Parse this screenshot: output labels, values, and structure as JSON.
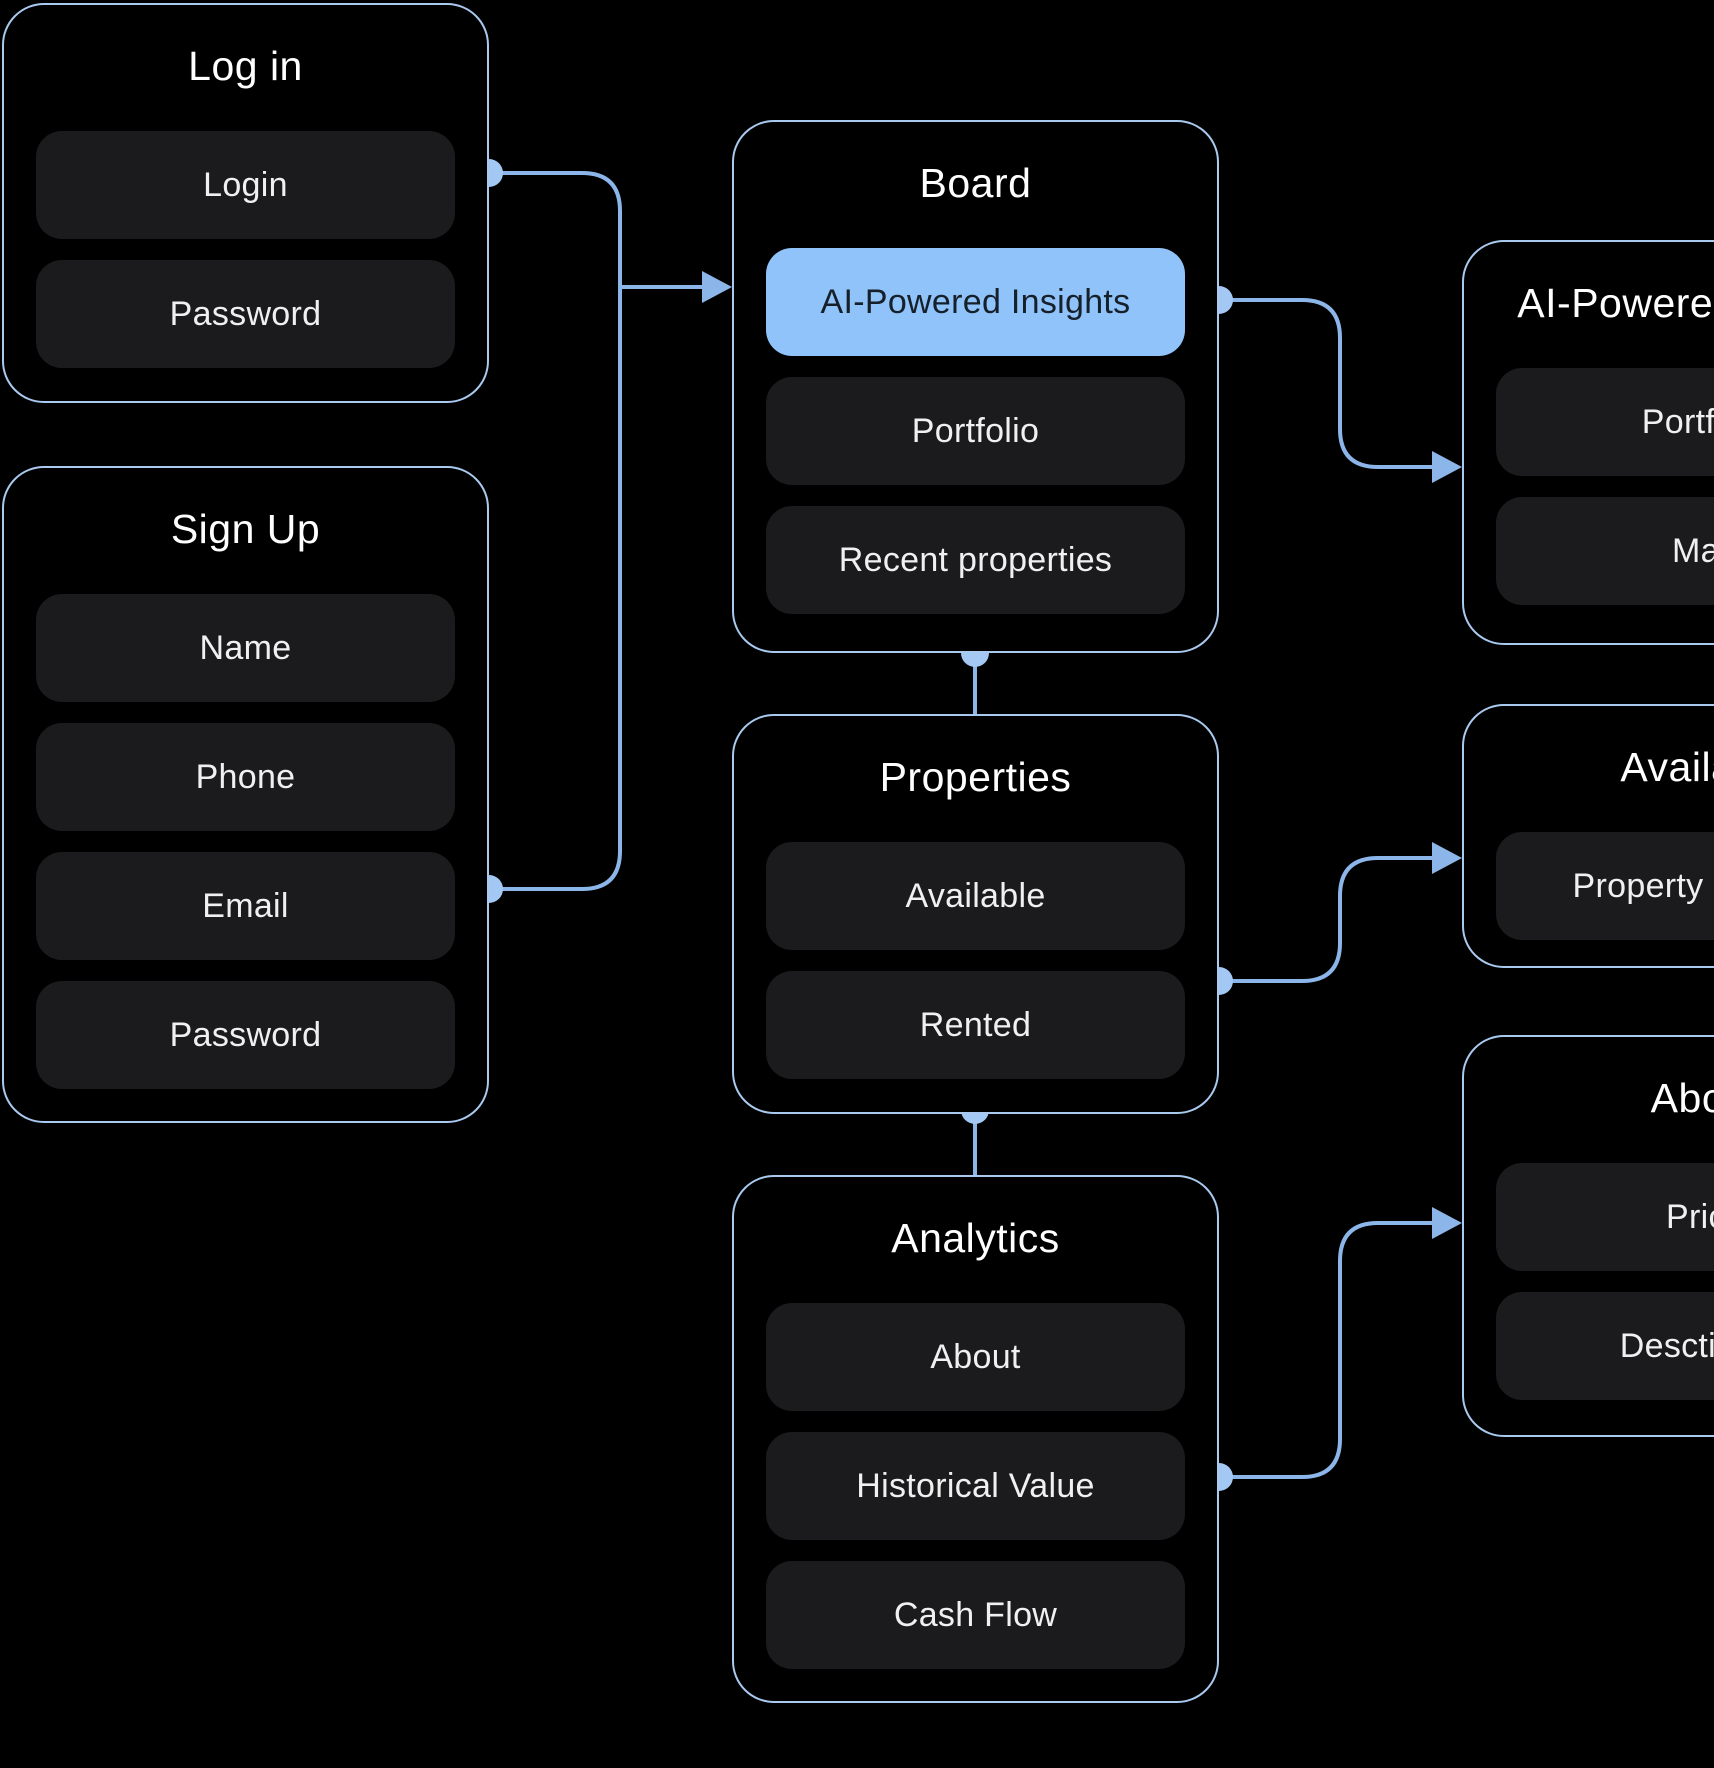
{
  "diagram": {
    "background": "#000000",
    "colors": {
      "card_border": "#a9c9ee",
      "connector_line": "#8cb6e9",
      "connection_dot": "#a3c8f3",
      "item_background": "#1b1b1d",
      "item_text": "#f0f0f0",
      "title_text": "#ffffff",
      "highlight_background": "#90c3f9",
      "highlight_text": "#15202b"
    },
    "cards": {
      "login": {
        "title": "Log in",
        "items": [
          {
            "label": "Login"
          },
          {
            "label": "Password"
          }
        ]
      },
      "signup": {
        "title": "Sign Up",
        "items": [
          {
            "label": "Name"
          },
          {
            "label": "Phone"
          },
          {
            "label": "Email"
          },
          {
            "label": "Password"
          }
        ]
      },
      "board": {
        "title": "Board",
        "items": [
          {
            "label": "AI-Powered Insights"
          },
          {
            "label": "Portfolio"
          },
          {
            "label": "Recent properties"
          }
        ]
      },
      "properties": {
        "title": "Properties",
        "items": [
          {
            "label": "Available"
          },
          {
            "label": "Rented"
          }
        ]
      },
      "analytics": {
        "title": "Analytics",
        "items": [
          {
            "label": "About"
          },
          {
            "label": "Historical Value"
          },
          {
            "label": "Cash Flow"
          }
        ]
      },
      "ai_insights": {
        "title": "AI-Powered Insights",
        "items": [
          {
            "label": "Portfolio"
          },
          {
            "label": "Map"
          }
        ]
      },
      "available": {
        "title": "Available",
        "items": [
          {
            "label": "Property analysis"
          }
        ]
      },
      "about": {
        "title": "About",
        "items": [
          {
            "label": "Price"
          },
          {
            "label": "Desctiption"
          }
        ]
      }
    }
  }
}
